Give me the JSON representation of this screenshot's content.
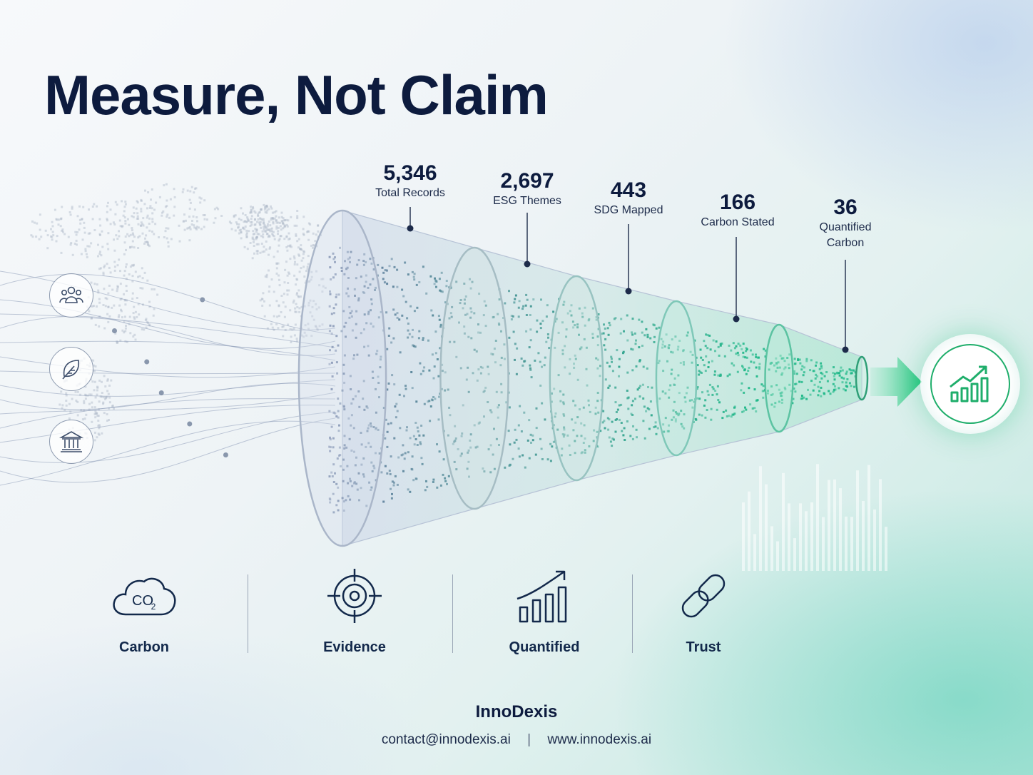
{
  "title": "Measure, Not Claim",
  "funnel_stages": [
    {
      "value": "5,346",
      "label": "Total Records"
    },
    {
      "value": "2,697",
      "label": "ESG Themes"
    },
    {
      "value": "443",
      "label": "SDG Mapped"
    },
    {
      "value": "166",
      "label": "Carbon Stated"
    },
    {
      "value": "36",
      "label": "Quantified\nCarbon"
    }
  ],
  "left_icons": [
    "people-icon",
    "leaf-icon",
    "institution-icon"
  ],
  "result_icon": "growth-chart-icon",
  "pillars": [
    {
      "label": "Carbon",
      "icon": "co2-cloud-icon",
      "icon_text": "CO",
      "icon_sub": "2"
    },
    {
      "label": "Evidence",
      "icon": "target-icon"
    },
    {
      "label": "Quantified",
      "icon": "bar-growth-icon"
    },
    {
      "label": "Trust",
      "icon": "chain-link-icon"
    }
  ],
  "footer": {
    "brand": "InnoDexis",
    "email": "contact@innodexis.ai",
    "separator": "|",
    "website": "www.innodexis.ai"
  },
  "colors": {
    "navy": "#0d1b3e",
    "teal": "#2bb39a",
    "green": "#1fae6b",
    "slate": "#6f7f9a"
  }
}
